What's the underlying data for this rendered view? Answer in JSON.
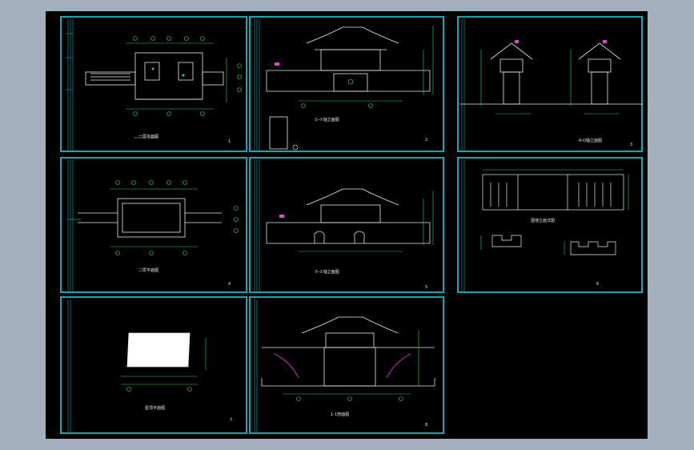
{
  "app": {
    "title": "CAD drawing sheet preview",
    "colors": {
      "background": "#a3afbd",
      "canvas": "#000000",
      "frame": "#18a6b4",
      "line_white": "#e8e8e8",
      "dimension_green": "#2fd45a",
      "accent_cyan": "#1fc8d8",
      "accent_magenta": "#e040e0"
    }
  },
  "sheets": [
    {
      "id": "sheet-1",
      "caption": "一层平面图",
      "number": "1",
      "icon": "floor-plan-icon"
    },
    {
      "id": "sheet-2",
      "caption": "①-⑦轴立面图",
      "number": "2",
      "icon": "elevation-icon"
    },
    {
      "id": "sheet-3",
      "caption": "A-D轴立面图",
      "number": "3",
      "icon": "tower-elevation-icon"
    },
    {
      "id": "sheet-4",
      "caption": "二层平面图",
      "number": "4",
      "icon": "floor-plan-icon"
    },
    {
      "id": "sheet-5",
      "caption": "⑦-①轴立面图",
      "number": "5",
      "icon": "elevation-icon"
    },
    {
      "id": "sheet-6",
      "caption": "围墙立面详图",
      "number": "6",
      "icon": "wall-detail-icon"
    },
    {
      "id": "sheet-7",
      "caption": "屋顶平面图",
      "number": "7",
      "icon": "roof-plan-icon"
    },
    {
      "id": "sheet-8",
      "caption": "1-1剖面图",
      "number": "8",
      "icon": "section-icon"
    }
  ]
}
